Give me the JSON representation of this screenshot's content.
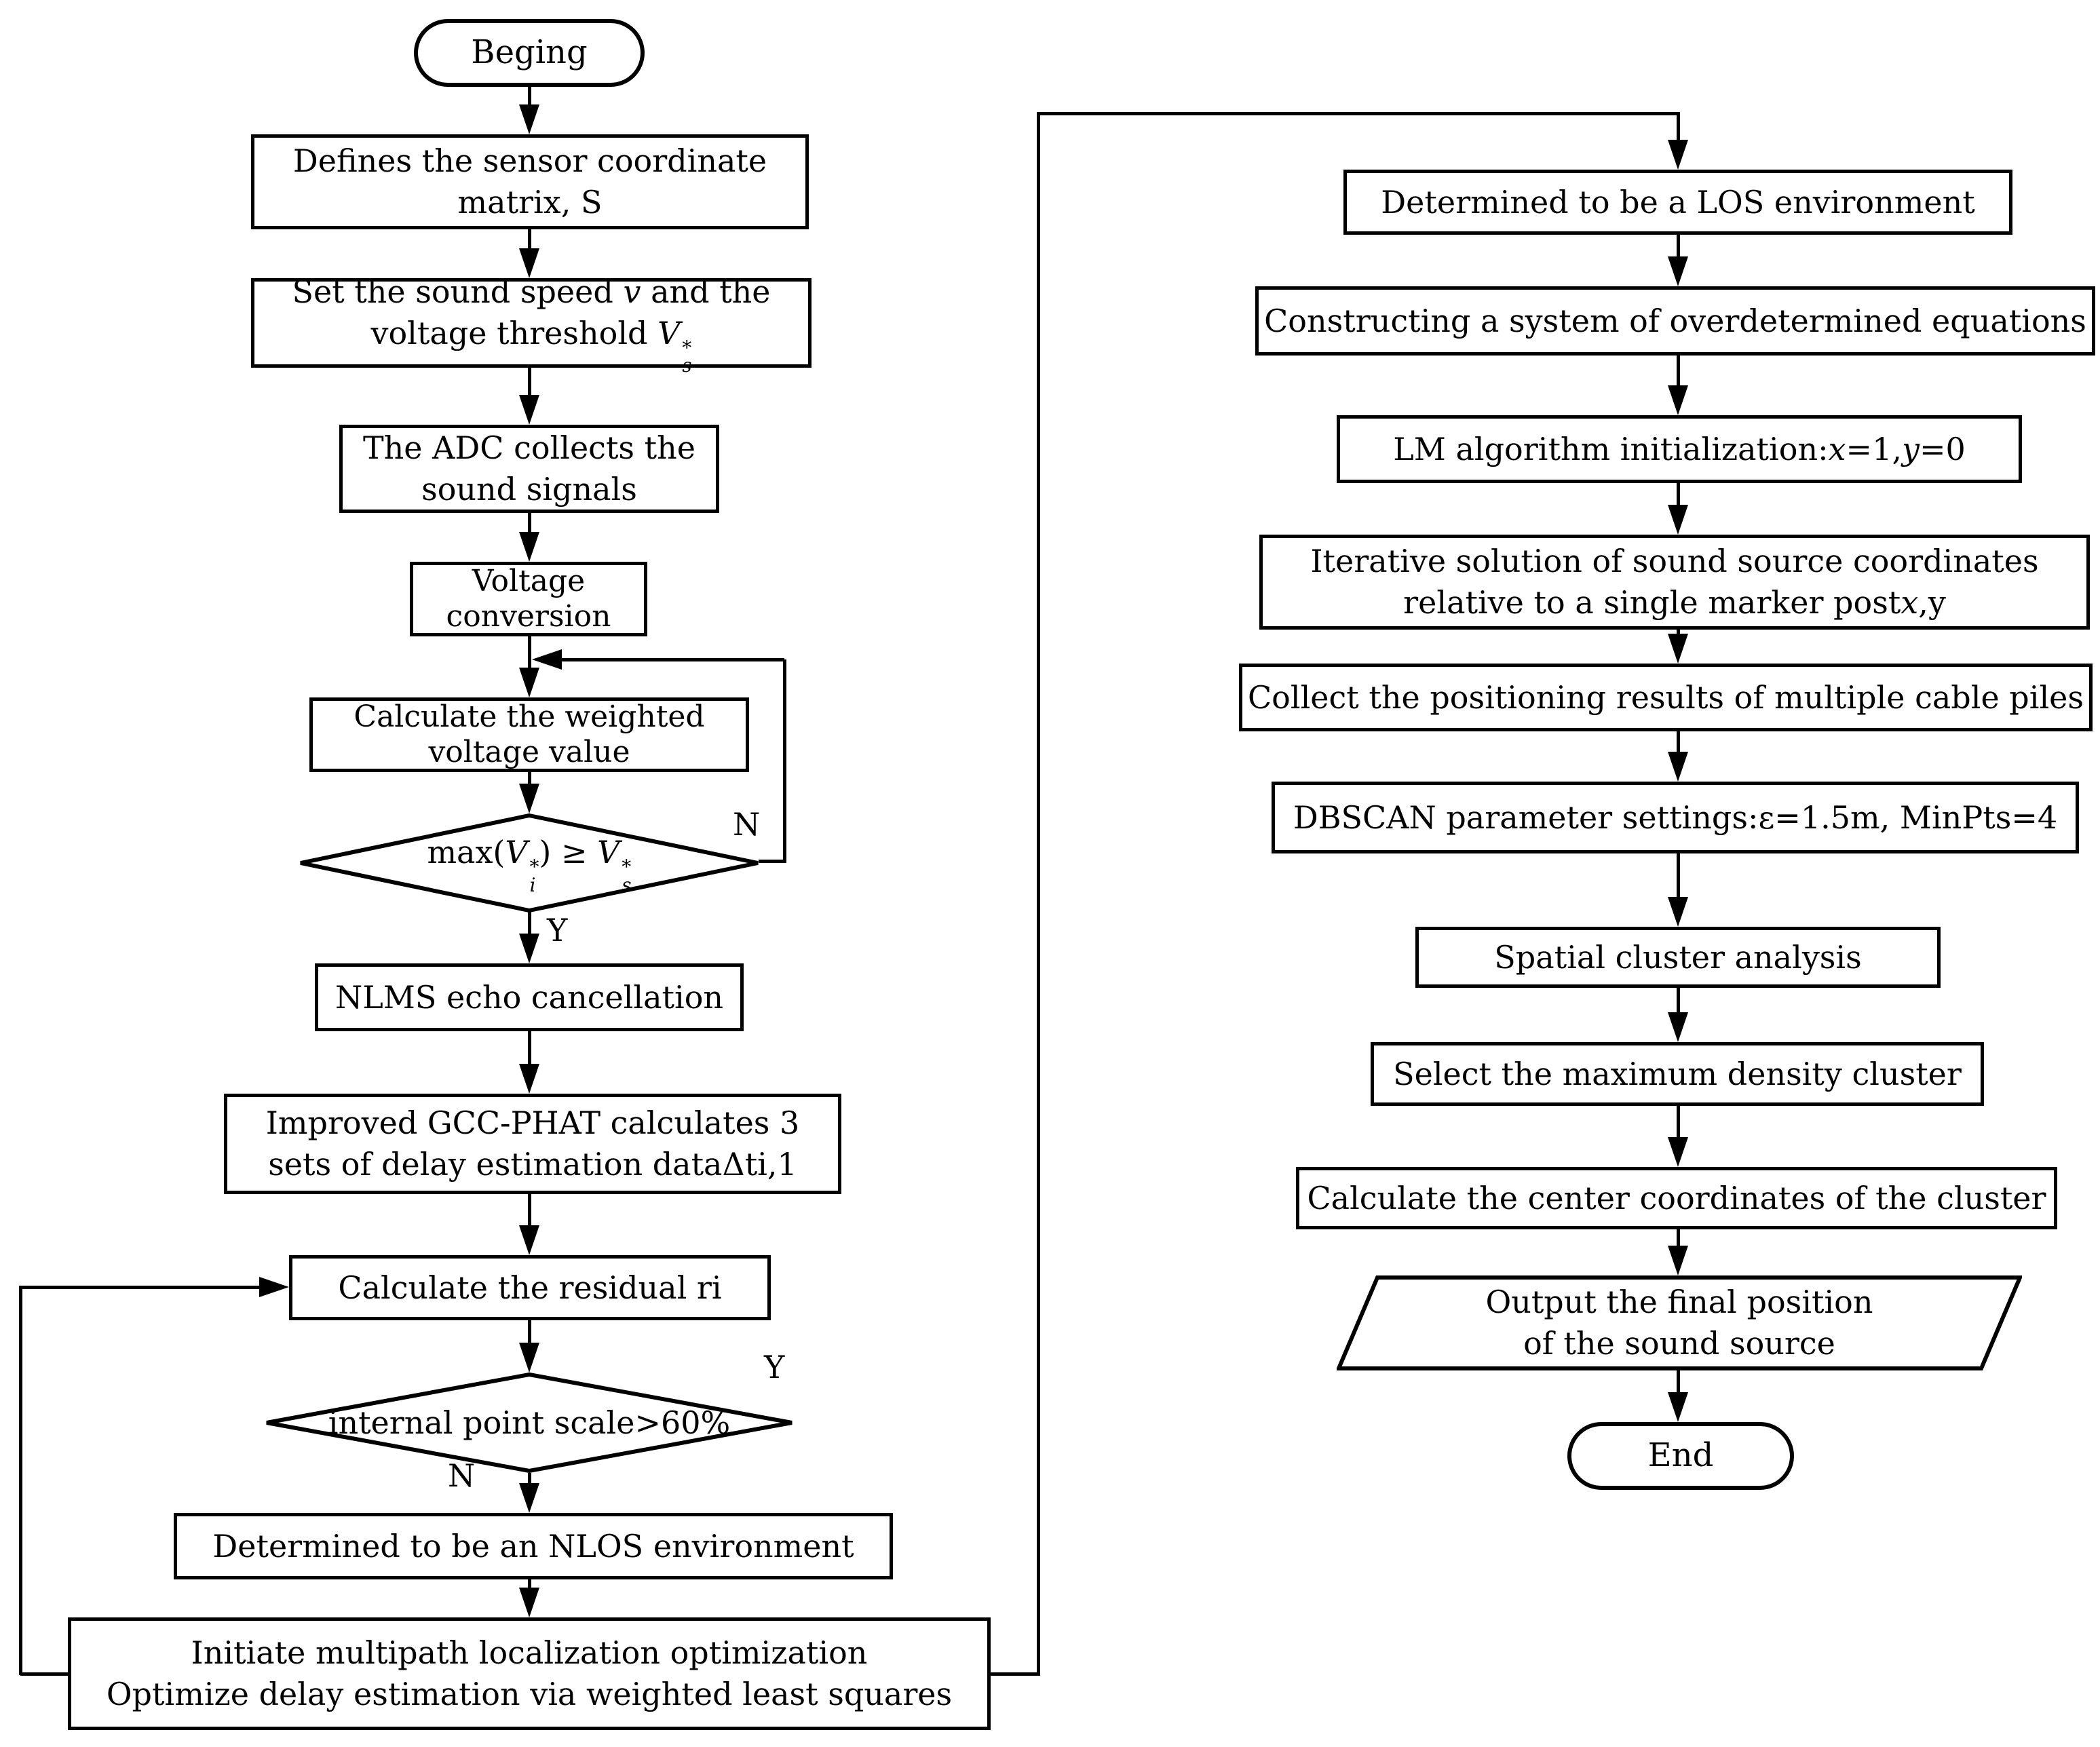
{
  "nodes": {
    "begin": "Beging",
    "defines_l1": "Defines the sensor coordinate",
    "defines_l2": "matrix, S",
    "speed_pre": "Set the sound speed ",
    "speed_v": "v",
    "speed_post": " and the",
    "threshold_pre": "voltage threshold ",
    "threshold_V": "V",
    "threshold_sup": "*",
    "threshold_sub": "s",
    "adc_l1": "The ADC collects the",
    "adc_l2": "sound signals",
    "voltage_l1": "Voltage",
    "voltage_l2": "conversion",
    "weighted_l1": "Calculate the weighted",
    "weighted_l2": "voltage value",
    "d1_pre": "max(",
    "d1_V1": "V",
    "d1_sup1": "*",
    "d1_sub1": "i",
    "d1_mid": ") ≥ ",
    "d1_V2": "V",
    "d1_sup2": "*",
    "d1_sub2": "s",
    "nlms": "NLMS echo cancellation",
    "gcc_l1": "Improved GCC-PHAT calculates 3",
    "gcc_l2": "sets of delay estimation dataΔti,1",
    "residual": "Calculate the residual ri",
    "d2": "internal point scale>60%",
    "nlos": "Determined to be an NLOS environment",
    "multipath_l1": "Initiate multipath localization optimization",
    "multipath_l2": "Optimize delay estimation via weighted least squares",
    "los": "Determined to be a LOS environment",
    "constructing": "Constructing a system of overdetermined equations",
    "lm_pre": "LM algorithm initialization:",
    "lm_x": "x",
    "lm_mid": "=1,",
    "lm_y": "y",
    "lm_post": "=0",
    "iter_l1": "Iterative solution of sound source coordinates",
    "iter_l2_pre": "relative to a single marker post",
    "iter_l2_x": "x",
    "iter_l2_post": ",y",
    "collect": "Collect the positioning results of multiple cable piles",
    "dbscan": "DBSCAN parameter settings:ε=1.5m, MinPts=4",
    "spatial": "Spatial cluster analysis",
    "select": "Select the maximum density cluster",
    "center": "Calculate the center coordinates of the cluster",
    "output_l1": "Output the final position",
    "output_l2": "of the sound source",
    "end": "End"
  },
  "labels": {
    "n1": "N",
    "y1": "Y",
    "y2": "Y",
    "n2": "N"
  },
  "colors": {
    "line": "#000000",
    "background": "#ffffff"
  }
}
